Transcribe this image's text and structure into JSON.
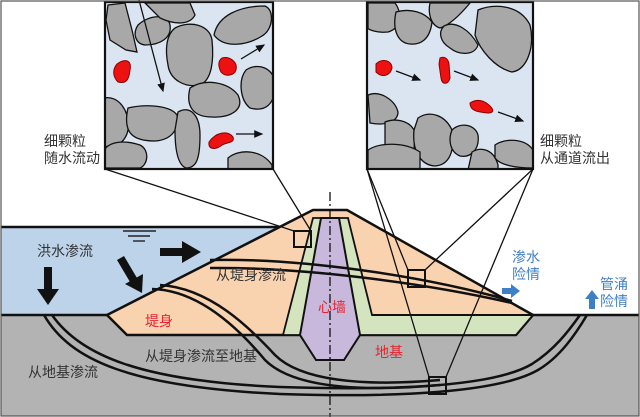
{
  "labels": {
    "left_inset_caption": [
      "细颗粒",
      "随水流动"
    ],
    "right_inset_caption": [
      "细颗粒",
      "从通道流出"
    ],
    "flood_seepage": "洪水渗流",
    "seepage_through_dam": "从堤身渗流",
    "dam_body": "堤身",
    "core_wall": "心墙",
    "foundation": "地基",
    "seepage_dam_to_foundation": "从堤身渗流至地基",
    "seepage_from_foundation": "从地基渗流",
    "seepage_hazard": [
      "渗水",
      "险情"
    ],
    "piping_hazard": [
      "管涌",
      "险情"
    ]
  },
  "colors": {
    "water": "#bdd3ea",
    "dam_body": "#f9d2b0",
    "filter_zone": "#d4e4bf",
    "core_wall": "#c8b9dc",
    "foundation": "#b3b3b3",
    "pore_water": "#dbe5f1",
    "grain": "#a8a8a8",
    "fine_particle": "#ee1111",
    "label_red": "#e8222f",
    "label_blue": "#3f7fc6"
  }
}
